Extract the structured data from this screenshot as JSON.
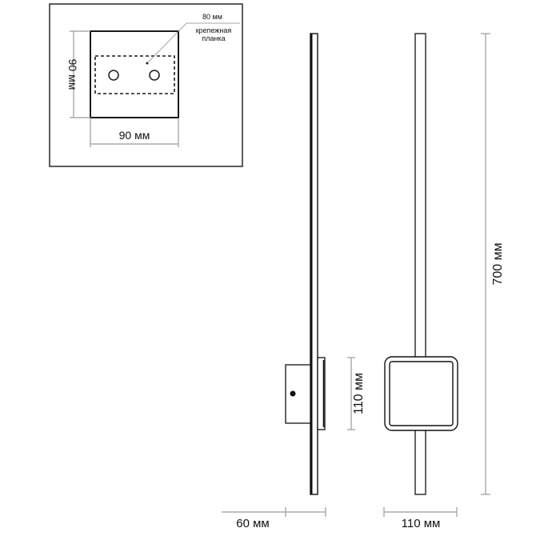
{
  "inset": {
    "label_width": "90 мм",
    "label_height": "90 мм",
    "label_plate_size": "80 мм",
    "label_plate_line1": "крепежная",
    "label_plate_line2": "планка"
  },
  "main": {
    "label_total_height": "700 мм",
    "label_box_height": "110 мм",
    "label_side_depth": "60 мм",
    "label_front_width": "110 мм"
  }
}
